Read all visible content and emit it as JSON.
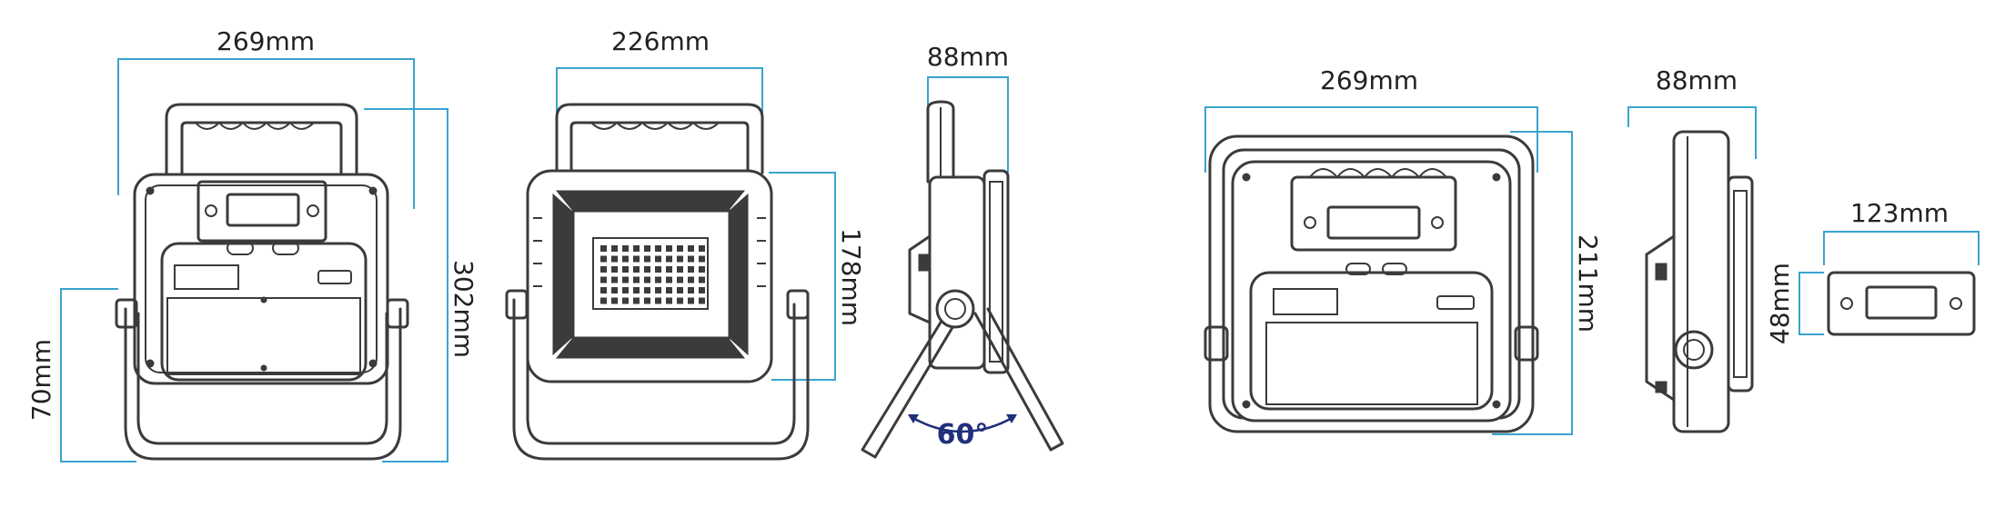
{
  "views": {
    "front": {
      "width": "269mm",
      "height": "302mm",
      "base": "70mm"
    },
    "back": {
      "width": "226mm",
      "height": "178mm"
    },
    "side": {
      "depth": "88mm",
      "angle": "60°"
    },
    "folded_front": {
      "width": "269mm",
      "height": "211mm"
    },
    "folded_side": {
      "depth": "88mm"
    },
    "bracket": {
      "width": "123mm",
      "height": "48mm"
    }
  },
  "colors": {
    "dimension_line": "#3aa3cf",
    "outline": "#3b3b3b",
    "angle_label": "#1f2f7a"
  }
}
